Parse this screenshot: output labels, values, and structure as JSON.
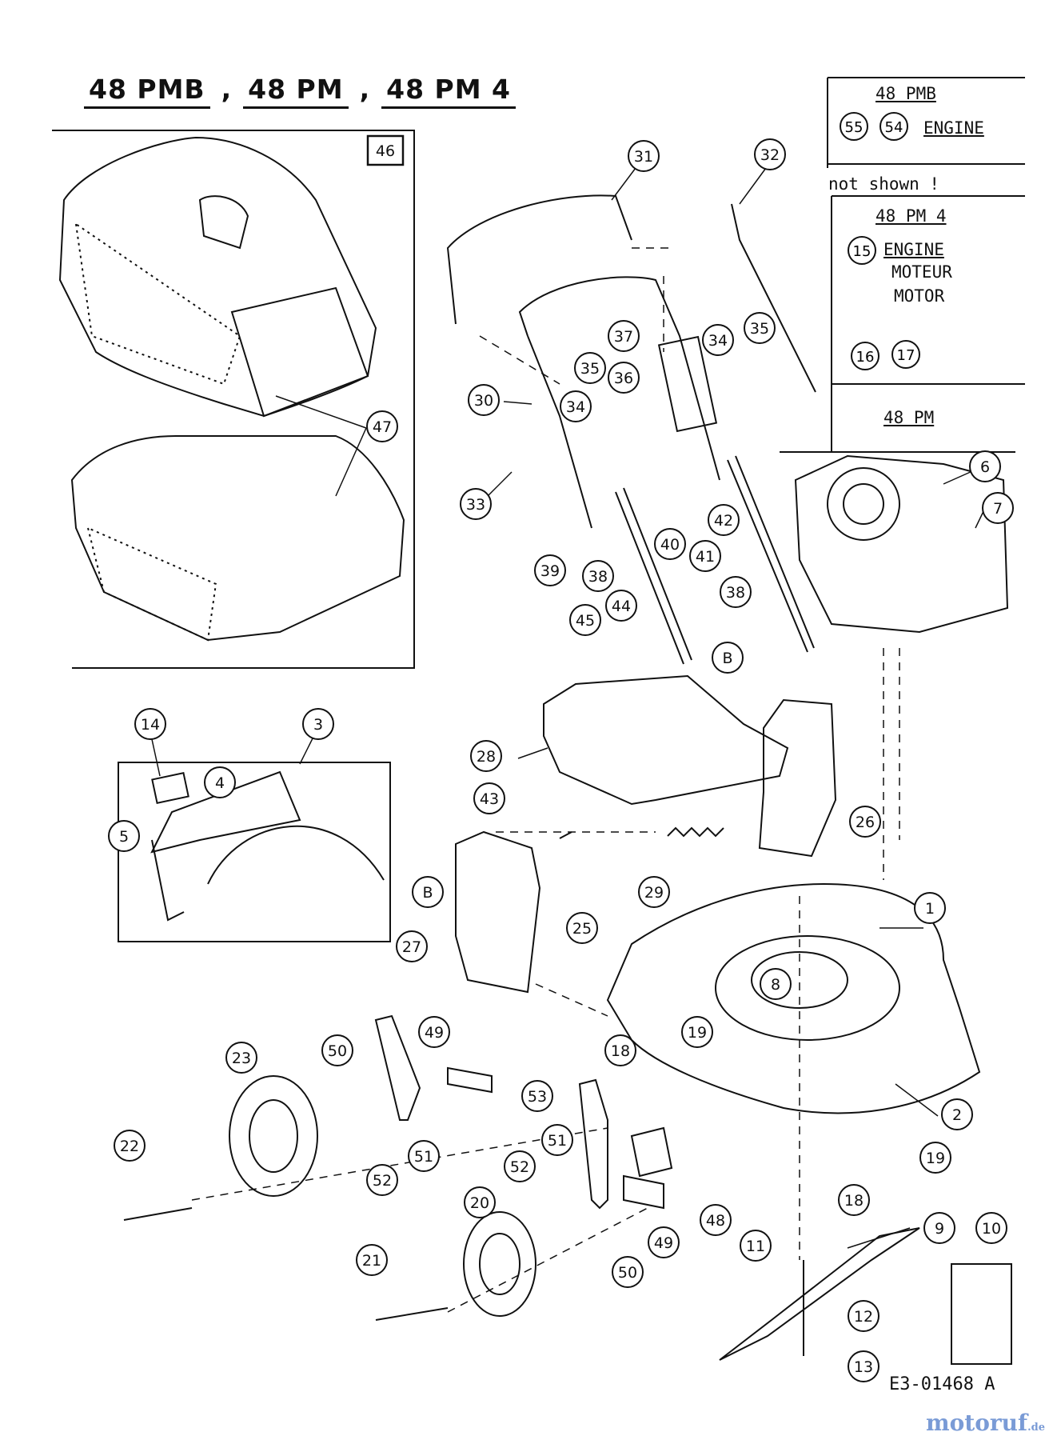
{
  "title_models": [
    "48 PMB",
    "48 PM",
    "48 PM 4"
  ],
  "legend": {
    "pmb": {
      "model": "48 PMB",
      "items": [
        "55",
        "54"
      ],
      "engine_label": "ENGINE"
    },
    "not_shown": "not shown !",
    "pm4": {
      "model": "48 PM 4",
      "item": "15",
      "lines": [
        "ENGINE",
        "MOTEUR",
        "MOTOR"
      ],
      "extra_items": [
        "16",
        "17"
      ]
    },
    "pm": {
      "model": "48 PM"
    }
  },
  "diagram_code": "E3-01468 A",
  "watermark": {
    "main": "motoruf",
    "tld": ".de"
  },
  "callouts": {
    "c46": "46",
    "c47": "47",
    "c31": "31",
    "c32": "32",
    "c37": "37",
    "c34a": "34",
    "c35a": "35",
    "c35b": "35",
    "c36": "36",
    "c30": "30",
    "c34b": "34",
    "c33": "33",
    "c39": "39",
    "c38a": "38",
    "c40": "40",
    "c41": "41",
    "c42": "42",
    "c38b": "38",
    "c6": "6",
    "c7": "7",
    "c45": "45",
    "c44": "44",
    "cB1": "B",
    "c14": "14",
    "c3": "3",
    "c4": "4",
    "c5": "5",
    "c28": "28",
    "c43": "43",
    "c29": "29",
    "c26": "26",
    "cB2": "B",
    "c27": "27",
    "c25": "25",
    "c1": "1",
    "c8": "8",
    "c18a": "18",
    "c19a": "19",
    "c23": "23",
    "c50a": "50",
    "c49a": "49",
    "c53": "53",
    "c2": "2",
    "c22": "22",
    "c52a": "52",
    "c51a": "51",
    "c51b": "51",
    "c52b": "52",
    "c19b": "19",
    "c18b": "18",
    "c20": "20",
    "c48": "48",
    "c49b": "49",
    "c9": "9",
    "c10": "10",
    "c11": "11",
    "c50b": "50",
    "c21": "21",
    "c12": "12",
    "c13": "13"
  }
}
